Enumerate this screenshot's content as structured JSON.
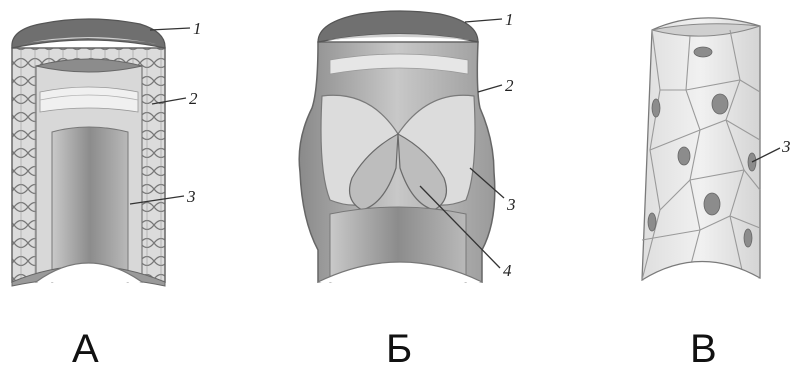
{
  "panels": [
    {
      "id": "A",
      "caption": "А",
      "callouts": [
        "1",
        "2",
        "3"
      ]
    },
    {
      "id": "B",
      "caption": "Б",
      "callouts": [
        "1",
        "2",
        "3",
        "4"
      ]
    },
    {
      "id": "V",
      "caption": "В",
      "callouts": [
        "3"
      ]
    }
  ],
  "colors": {
    "outline": "#6e6e6e",
    "tissue_dark": "#8a8a8a",
    "tissue_mid": "#b4b4b4",
    "tissue_light": "#e2e2e2",
    "cell_nucleus": "#8c8c8c"
  }
}
